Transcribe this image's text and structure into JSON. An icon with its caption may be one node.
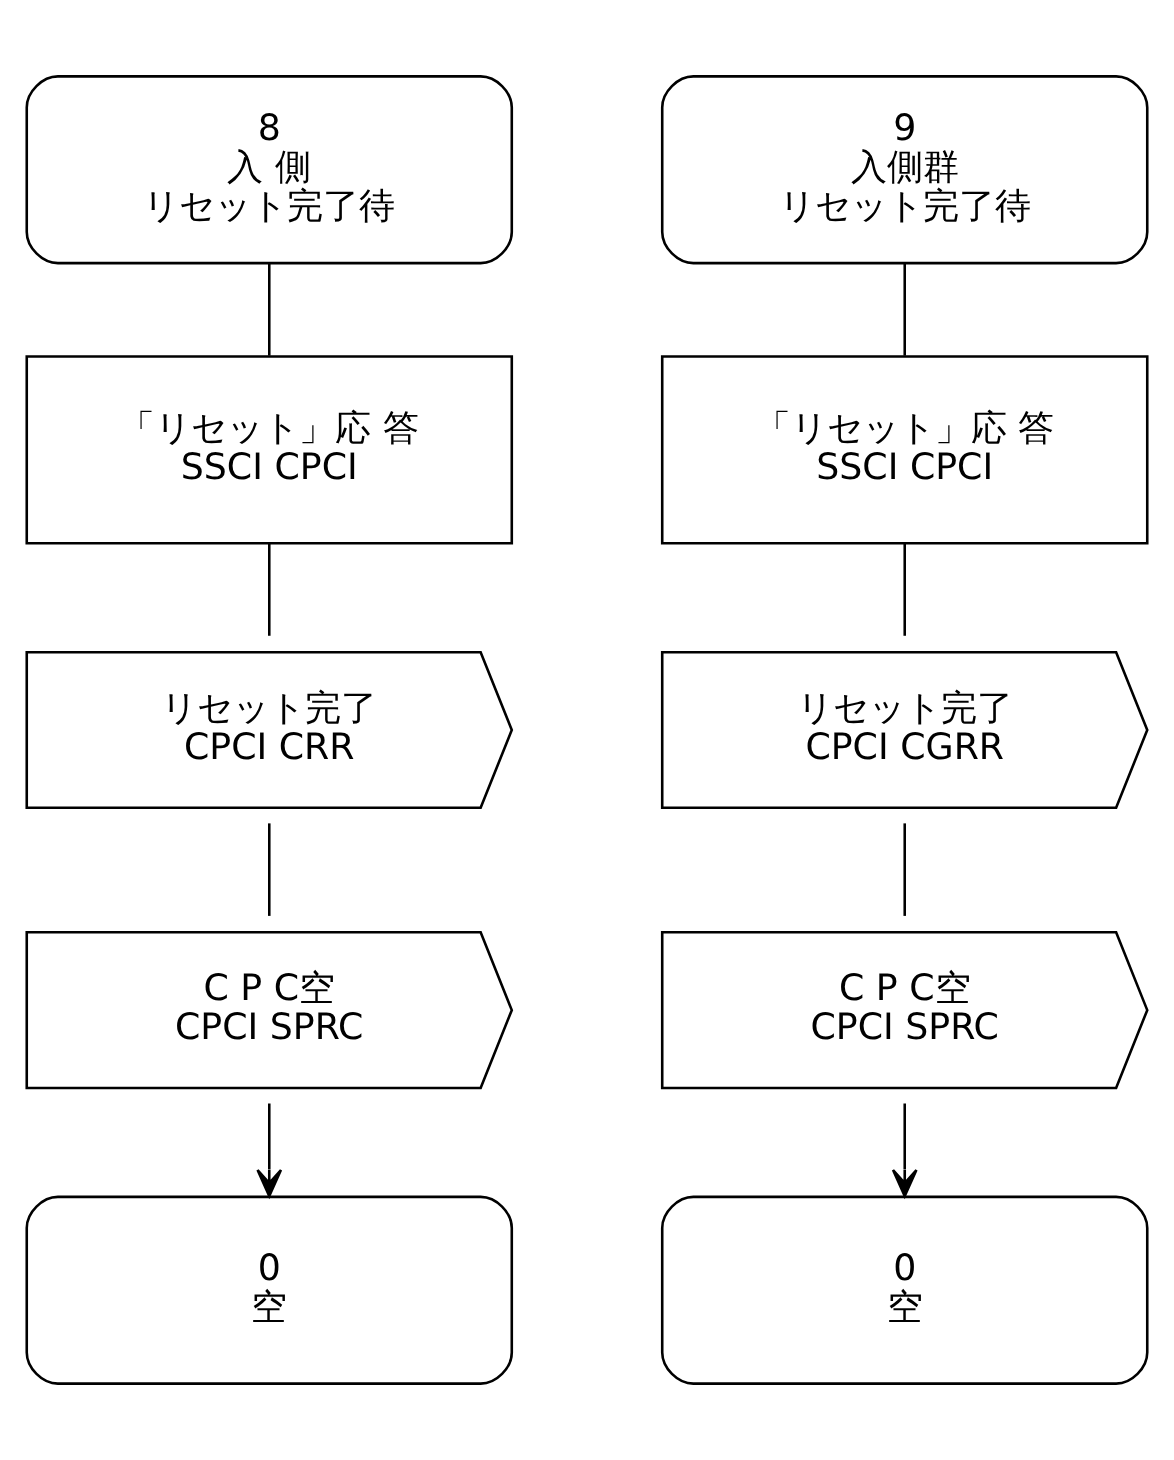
{
  "diagram": {
    "nodes": [
      {
        "text": [
          "8",
          "入 側",
          "リセット完了待"
        ]
      },
      {
        "text": [
          "「リセット」応 答",
          "SSCI CPCI"
        ]
      },
      {
        "text": [
          "リセット完了",
          "CPCI CRR"
        ]
      },
      {
        "text": [
          "C P C空",
          "CPCI SPRC"
        ]
      },
      {
        "text": [
          "0",
          "空"
        ]
      },
      {
        "text": [
          "9",
          "入側群",
          "リセット完了待"
        ]
      },
      {
        "text": [
          "「リセット」応 答",
          "SSCI CPCI"
        ]
      },
      {
        "text": [
          "リセット完了",
          "CPCI CGRR"
        ]
      },
      {
        "text": [
          "C P C空",
          "CPCI SPRC"
        ]
      },
      {
        "text": [
          "0",
          "空"
        ]
      }
    ],
    "edges": [
      {
        "from": 0,
        "to": 1,
        "arrow": "none"
      },
      {
        "from": 1,
        "to": 2,
        "arrow": "none"
      },
      {
        "from": 2,
        "to": 3,
        "arrow": "none"
      },
      {
        "from": 3,
        "to": 4,
        "arrow": "to"
      },
      {
        "from": 5,
        "to": 6,
        "arrow": "none"
      },
      {
        "from": 6,
        "to": 7,
        "arrow": "none"
      },
      {
        "from": 7,
        "to": 8,
        "arrow": "none"
      },
      {
        "from": 8,
        "to": 9,
        "arrow": "to"
      }
    ]
  }
}
